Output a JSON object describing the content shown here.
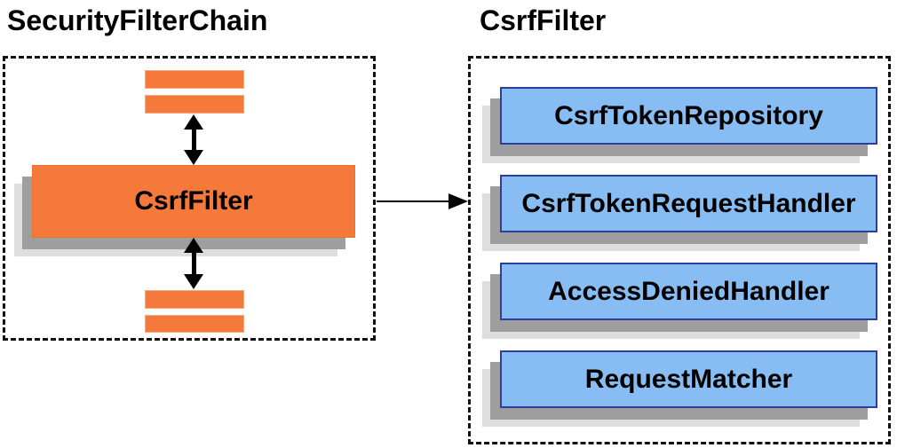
{
  "left_panel": {
    "title": "SecurityFilterChain",
    "filter_label": "CsrfFilter"
  },
  "right_panel": {
    "title": "CsrfFilter",
    "components": [
      "CsrfTokenRepository",
      "CsrfTokenRequestHandler",
      "AccessDeniedHandler",
      "RequestMatcher"
    ]
  },
  "colors": {
    "orange_fill": "#F4793B",
    "blue_fill": "#87BDF2",
    "blue_border": "#2B3F9F",
    "shadow_dark": "#9E9E9E",
    "shadow_light": "#DEDEDE",
    "arrow": "#000000"
  }
}
